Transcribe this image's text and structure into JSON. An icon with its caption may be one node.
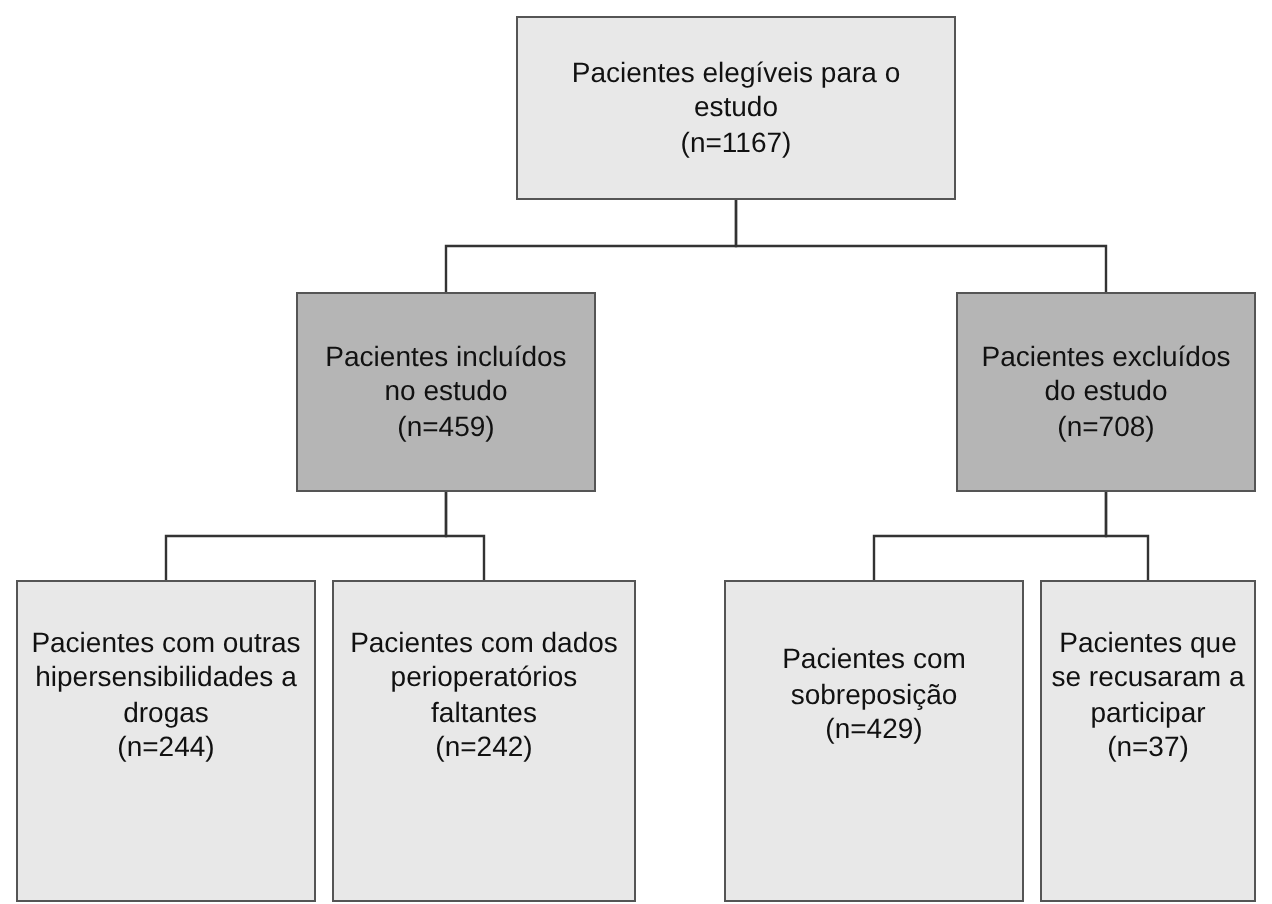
{
  "diagram": {
    "nodes": [
      {
        "text": [
          "Pacientes elegíveis para o estudo",
          "(n=1167)"
        ]
      },
      {
        "text": [
          "Pacientes incluídos no estudo",
          "(n=459)"
        ]
      },
      {
        "text": [
          "Pacientes excluídos do estudo",
          "(n=708)"
        ]
      },
      {
        "text": [
          "Pacientes com outras hipersensibilidades a drogas",
          "(n=244)"
        ]
      },
      {
        "text": [
          "Pacientes com dados perioperatórios faltantes",
          "(n=242)"
        ]
      },
      {
        "text": [
          "Pacientes com sobreposição",
          "(n=429)"
        ]
      },
      {
        "text": [
          "Pacientes que se recusaram a participar",
          "(n=37)"
        ]
      }
    ],
    "edges": [
      {
        "from": 0,
        "to": 1,
        "arrow": "none"
      },
      {
        "from": 0,
        "to": 2,
        "arrow": "none"
      },
      {
        "from": 1,
        "to": 3,
        "arrow": "none"
      },
      {
        "from": 1,
        "to": 4,
        "arrow": "none"
      },
      {
        "from": 2,
        "to": 5,
        "arrow": "none"
      },
      {
        "from": 2,
        "to": 6,
        "arrow": "none"
      }
    ]
  }
}
